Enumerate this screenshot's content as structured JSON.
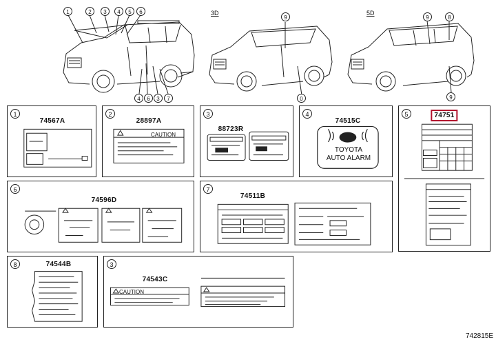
{
  "figure": {
    "views": [
      {
        "label": ""
      },
      {
        "label": "3D"
      },
      {
        "label": "5D"
      }
    ],
    "callouts_left_top": [
      "1",
      "2",
      "3",
      "4",
      "5",
      "6"
    ],
    "callouts_left_bottom": [
      "4",
      "6",
      "3",
      "7"
    ],
    "callouts_3d": [
      "9",
      "0"
    ],
    "callouts_5d": [
      "9",
      "8",
      "9"
    ],
    "reference_code": "742815E"
  },
  "panels": [
    {
      "index": "1",
      "part": "74567A"
    },
    {
      "index": "2",
      "part": "28897A",
      "text": "CAUTION"
    },
    {
      "index": "3",
      "part": "88723R"
    },
    {
      "index": "4",
      "part": "74515C",
      "text1": "TOYOTA",
      "text2": "AUTO ALARM"
    },
    {
      "index": "5",
      "part": "74751",
      "highlight": true
    },
    {
      "index": "6",
      "part": "74596D"
    },
    {
      "index": "7",
      "part": "74511B"
    },
    {
      "index": "8",
      "part": "74544B"
    },
    {
      "index": "3",
      "part": "74543C",
      "text": "CAUTION"
    }
  ],
  "colors": {
    "line": "#222222",
    "highlight": "#b3122e"
  }
}
